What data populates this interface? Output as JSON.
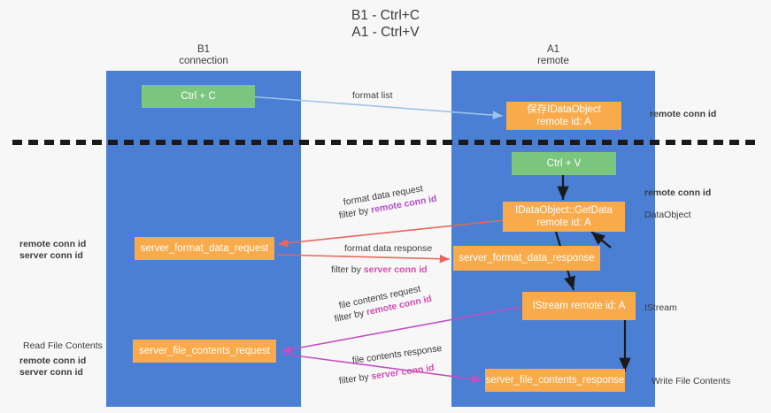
{
  "title": "B1 - Ctrl+C\nA1 - Ctrl+V",
  "lanes": [
    {
      "name": "b1",
      "header": "B1\nconnection"
    },
    {
      "name": "a1",
      "header": "A1\nremote"
    }
  ],
  "nodes": {
    "ctrl_c": "Ctrl + C",
    "save_idataobject": "保存IDataObject\nremote id: A",
    "ctrl_v": "Ctrl + V",
    "getdata": "IDataObject::GetData\nremote id: A",
    "server_format_data_request": "server_format_data_request",
    "server_format_data_response": "server_format_data_response",
    "istream": "IStream\nremote id: A",
    "server_file_contents_request": "server_file_contents_request",
    "server_file_contents_response": "server_file_contents_response"
  },
  "edge_labels": {
    "format_list": "format list",
    "format_data_request": "format data request",
    "format_data_request_filter_prefix": "filter by ",
    "format_data_request_filter_key": "remote conn id",
    "format_data_response": "format data response",
    "format_data_response_filter_prefix": "filter by ",
    "format_data_response_filter_key": "server conn id",
    "file_contents_request": "file contents request",
    "file_contents_request_filter_prefix": "filter by ",
    "file_contents_request_filter_key": "remote conn id",
    "file_contents_response": "file contents response",
    "file_contents_response_filter_prefix": "filter by ",
    "file_contents_response_filter_key": "server conn id"
  },
  "annotations": {
    "remote_conn_id_top": "remote conn id",
    "remote_conn_id_mid": "remote conn id",
    "dataobject": "DataObject",
    "istream": "IStream",
    "write_file_contents": "Write File Contents",
    "read_file_contents": "Read File Contents",
    "legend_remote": "remote conn id",
    "legend_server": "server conn id",
    "legend2_remote": "remote conn id",
    "legend2_server": "server conn id"
  },
  "colors": {
    "lane": "#4a7fd4",
    "node_orange": "#f9aa4b",
    "node_green": "#7bc67e",
    "purple": "#b04fc8",
    "green_text": "#7bc67e",
    "pink": "#d14fb0",
    "arrow_blue": "#9cc3ea",
    "arrow_red": "#e8665c",
    "arrow_black": "#1a1a1a",
    "divider": "#1a1a1a",
    "background": "#f7f7f7"
  }
}
